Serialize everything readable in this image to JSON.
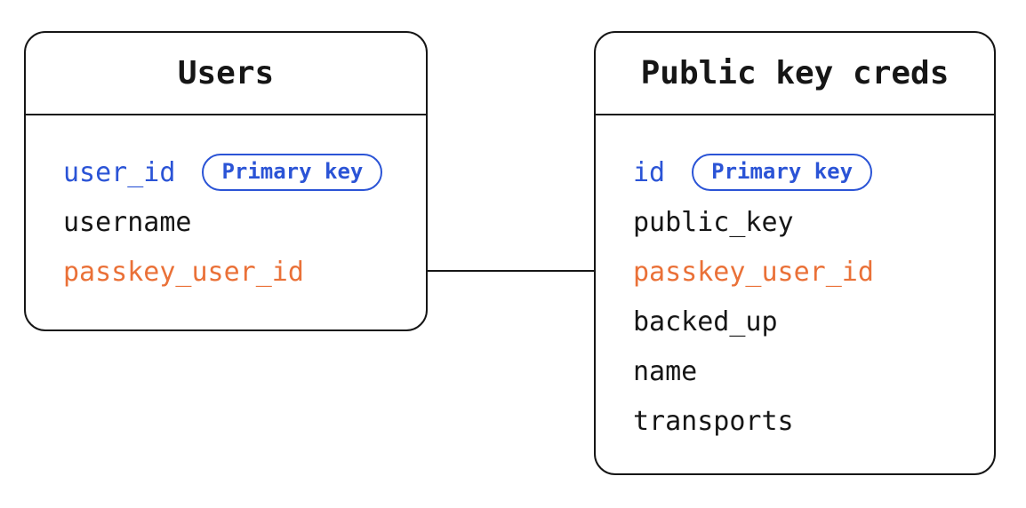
{
  "page": {
    "background": "#ffffff"
  },
  "colors": {
    "text": "#161616",
    "line": "#161616",
    "primary_blue": "#2b54d6",
    "relation_orange": "#ea7138"
  },
  "relationship": {
    "from_table": "Users",
    "from_field": "passkey_user_id",
    "to_table": "Public key creds",
    "to_field": "passkey_user_id"
  },
  "tables": [
    {
      "title": "Users",
      "fields": [
        {
          "name": "user_id",
          "badge": "Primary key",
          "color": "primary_blue"
        },
        {
          "name": "username",
          "color": "text"
        },
        {
          "name": "passkey_user_id",
          "color": "relation_orange"
        }
      ]
    },
    {
      "title": "Public key creds",
      "fields": [
        {
          "name": "id",
          "badge": "Primary key",
          "color": "primary_blue"
        },
        {
          "name": "public_key",
          "color": "text"
        },
        {
          "name": "passkey_user_id",
          "color": "relation_orange"
        },
        {
          "name": "backed_up",
          "color": "text"
        },
        {
          "name": "name",
          "color": "text"
        },
        {
          "name": "transports",
          "color": "text"
        }
      ]
    }
  ]
}
